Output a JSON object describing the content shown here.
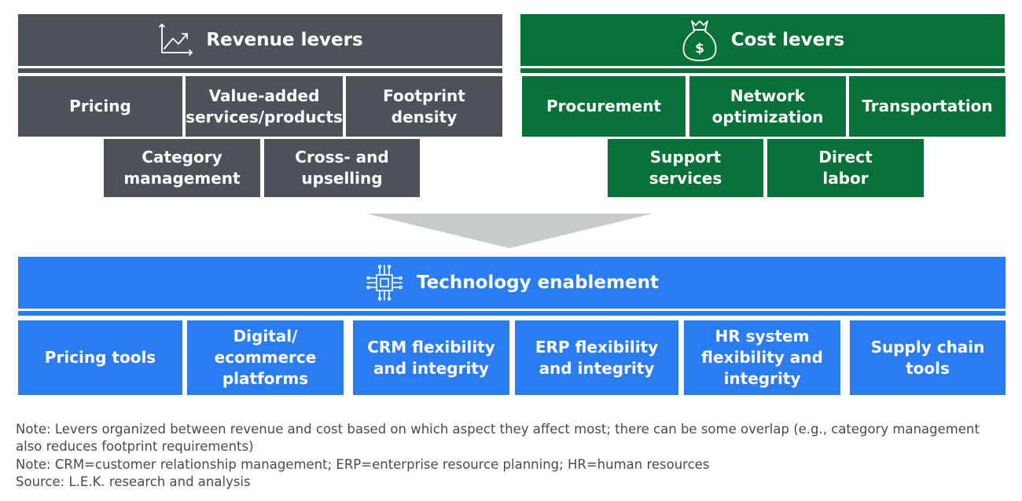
{
  "revenue": {
    "title": "Revenue levers",
    "icon": "growth-chart-icon",
    "row1": [
      "Pricing",
      "Value-added\nservices/products",
      "Footprint\ndensity"
    ],
    "row2": [
      "Category\nmanagement",
      "Cross- and\nupselling"
    ]
  },
  "cost": {
    "title": "Cost levers",
    "icon": "money-bag-icon",
    "row1": [
      "Procurement",
      "Network\noptimization",
      "Transportation"
    ],
    "row2": [
      "Support\nservices",
      "Direct\nlabor"
    ]
  },
  "technology": {
    "title": "Technology enablement",
    "icon": "circuit-chip-icon",
    "items": [
      "Pricing tools",
      "Digital/\necommerce\nplatforms",
      "CRM flexibility\nand integrity",
      "ERP flexibility\nand integrity",
      "HR system\nflexibility and\nintegrity",
      "Supply chain\ntools"
    ]
  },
  "notes": [
    "Note: Levers organized between revenue and cost based on which aspect they affect most; there can be some overlap (e.g., category management also reduces footprint requirements)",
    "Note: CRM=customer relationship management; ERP=enterprise resource planning; HR=human resources",
    "Source: L.E.K. research and analysis"
  ],
  "colors": {
    "revenue": "#4d5258",
    "cost": "#087137",
    "technology": "#2b7cf0",
    "arrow": "#c6cccc"
  }
}
